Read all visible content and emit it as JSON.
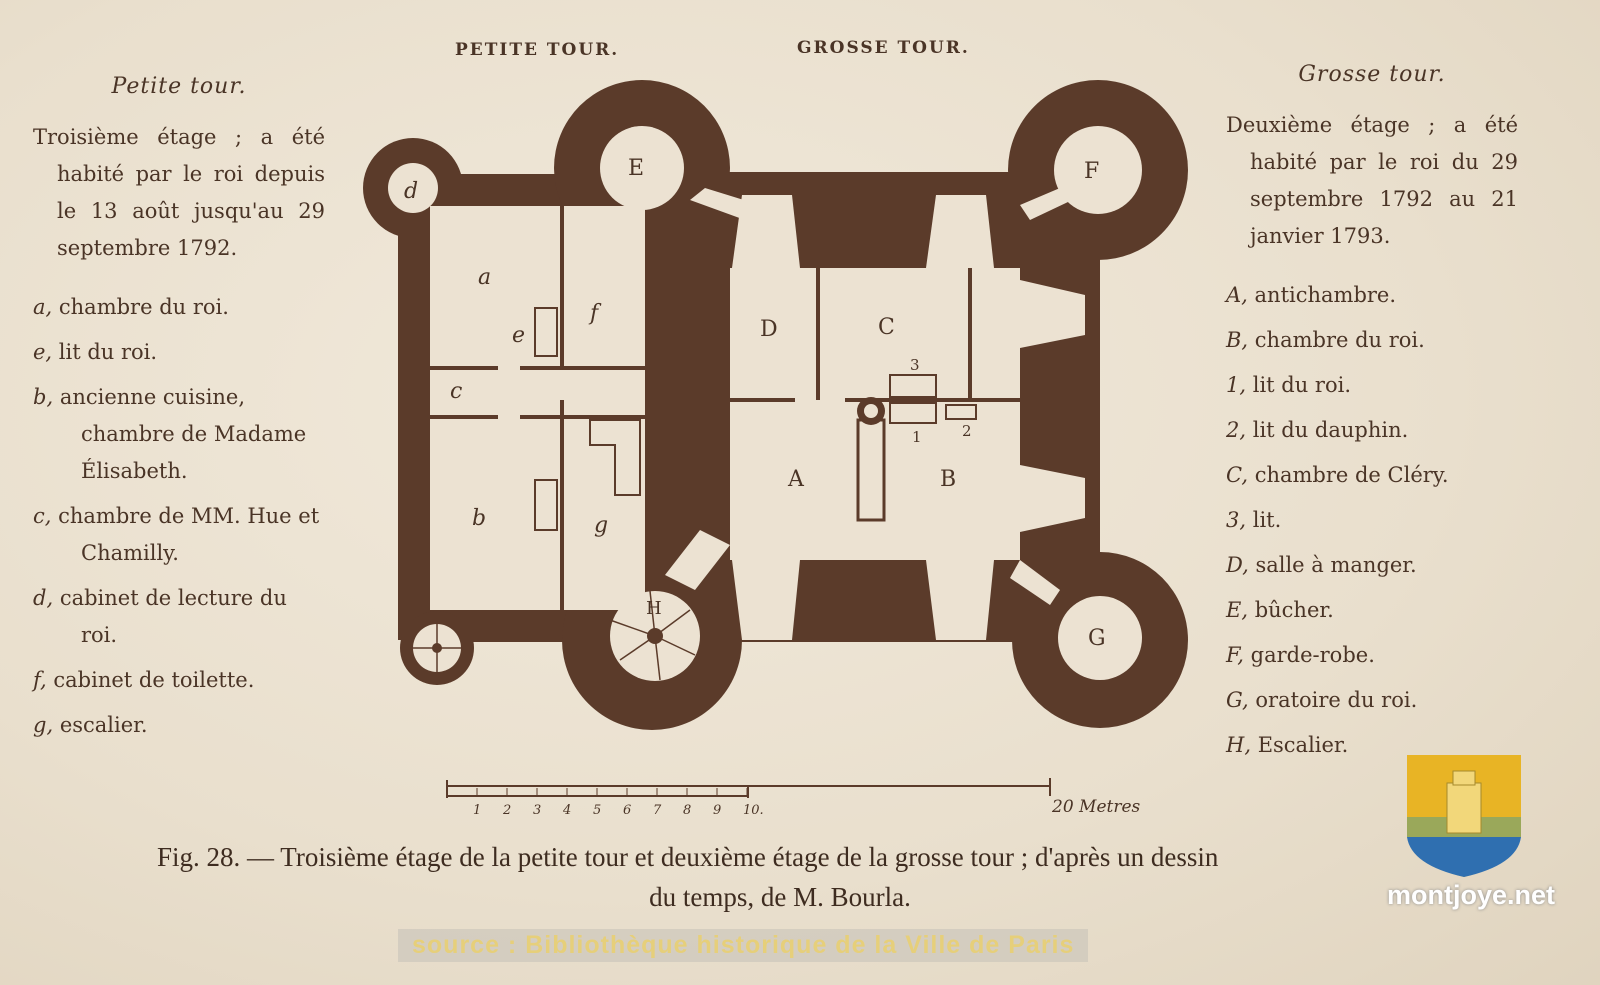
{
  "plan_titles": {
    "petite": "PETITE TOUR.",
    "grosse": "GROSSE TOUR."
  },
  "left": {
    "heading": "Petite tour.",
    "intro": "Troisième étage ; a été habité par le roi depuis le 13 août jusqu'au 29 septembre 1792.",
    "items": [
      {
        "key": "a,",
        "text": "chambre du roi."
      },
      {
        "key": "e,",
        "text": "lit du roi."
      },
      {
        "key": "b,",
        "text": "ancienne cuisine, chambre de Madame Élisabeth."
      },
      {
        "key": "c,",
        "text": "chambre de MM. Hue et Chamilly."
      },
      {
        "key": "d,",
        "text": "cabinet de lecture du roi."
      },
      {
        "key": "f,",
        "text": "cabinet de toilette."
      },
      {
        "key": "g,",
        "text": "escalier."
      }
    ]
  },
  "right": {
    "heading": "Grosse tour.",
    "intro": "Deuxième étage ; a été habité par le roi du 29 septembre 1792 au 21 janvier 1793.",
    "items": [
      {
        "key": "A,",
        "text": "antichambre."
      },
      {
        "key": "B,",
        "text": "chambre du roi."
      },
      {
        "key": "1,",
        "text": "lit du roi."
      },
      {
        "key": "2,",
        "text": "lit du dauphin."
      },
      {
        "key": "C,",
        "text": "chambre de Cléry."
      },
      {
        "key": "3,",
        "text": "lit."
      },
      {
        "key": "D,",
        "text": "salle à manger."
      },
      {
        "key": "E,",
        "text": "bûcher."
      },
      {
        "key": "F,",
        "text": "garde-robe."
      },
      {
        "key": "G,",
        "text": "oratoire du roi."
      },
      {
        "key": "H,",
        "text": "Escalier."
      }
    ]
  },
  "plan_labels": {
    "A": "A",
    "B": "B",
    "C": "C",
    "D": "D",
    "E": "E",
    "F": "F",
    "G": "G",
    "H": "H",
    "a": "a",
    "b": "b",
    "c": "c",
    "d": "d",
    "e": "e",
    "f": "f",
    "g": "g",
    "n1": "1",
    "n2": "2",
    "n3": "3"
  },
  "scale": {
    "ticks": [
      "1",
      "2",
      "3",
      "4",
      "5",
      "6",
      "7",
      "8",
      "9",
      "10."
    ],
    "end_label": "20 Metres"
  },
  "caption": {
    "line1": "Fig. 28. — Troisième étage de la petite tour et deuxième étage de la grosse tour ; d'après un dessin",
    "line2": "du temps, de M. Bourla."
  },
  "source": "source : Bibliothèque historique de la Ville de Paris",
  "watermark": "montjoye.net",
  "colors": {
    "ink": "#5b3b2a",
    "paper": "#ece2d2"
  }
}
